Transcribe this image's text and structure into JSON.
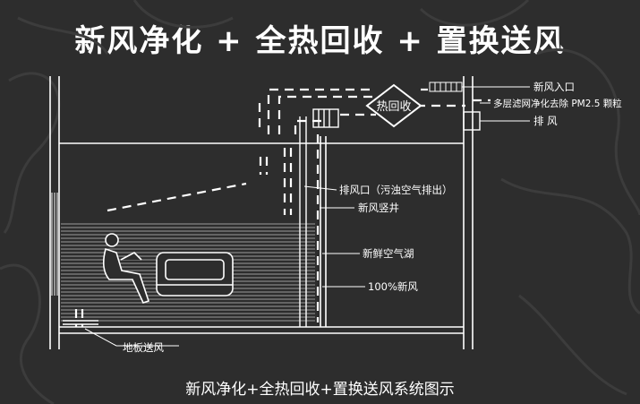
{
  "title": "新风净化 + 全热回收 + 置换送风",
  "caption": "新风净化+全热回收+置换送风系统图示",
  "center_label": "热回收",
  "labels": {
    "fresh_air_inlet": "新风入口",
    "filter": "多层滤网净化去除 PM2.5 颗粒",
    "exhaust": "排  风",
    "exhaust_port": "排风口（污浊空气排出）",
    "fresh_shaft": "新风竖井",
    "fresh_lake": "新鲜空气湖",
    "percent_fresh": "100%新风",
    "floor_supply": "地板送风"
  },
  "colors": {
    "background": "#2d2d2d",
    "line": "#ffffff",
    "pattern": "#3a3a3a"
  }
}
